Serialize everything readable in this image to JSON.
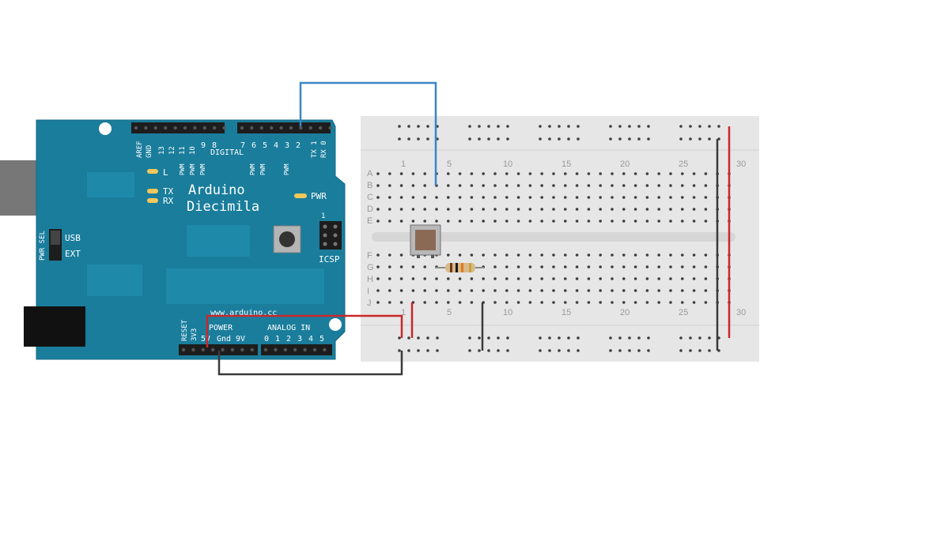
{
  "board": {
    "name_line1": "Arduino",
    "name_line2": "Diecimila",
    "website": "www.arduino.cc",
    "digital_label": "DIGITAL",
    "aref": "AREF",
    "gnd": "GND",
    "digital_pins_left": [
      "13",
      "12",
      "11",
      "10",
      "9",
      "8"
    ],
    "digital_pins_right": [
      "7",
      "6",
      "5",
      "4",
      "3",
      "2",
      "TX 1",
      "RX 0"
    ],
    "pwm": "PWM",
    "led_l": "L",
    "led_tx": "TX",
    "led_rx": "RX",
    "led_pwr": "PWR",
    "pwr_sel": "PWR SEL",
    "usb": "USB",
    "ext": "EXT",
    "icsp": "ICSP",
    "icsp_pin": "1",
    "reset": "RESET",
    "v3": "3V3",
    "power_label": "POWER",
    "power_pins": [
      "5V",
      "Gnd",
      "9V"
    ],
    "analog_label": "ANALOG IN",
    "analog_pins": [
      "0",
      "1",
      "2",
      "3",
      "4",
      "5"
    ]
  },
  "breadboard": {
    "row_letters_top": [
      "A",
      "B",
      "C",
      "D",
      "E"
    ],
    "row_letters_bottom": [
      "F",
      "G",
      "H",
      "I",
      "J"
    ],
    "column_numbers": [
      "1",
      "5",
      "10",
      "15",
      "20",
      "25",
      "30"
    ]
  },
  "colors": {
    "board": "#1a7d9c",
    "wire_blue": "#3a86c8",
    "wire_red": "#c8282a",
    "wire_black": "#3a3a3a",
    "breadboard": "#e6e6e6"
  }
}
